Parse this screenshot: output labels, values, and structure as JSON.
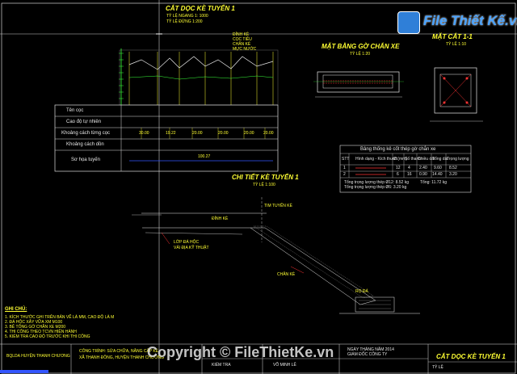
{
  "watermark": {
    "logo": "File Thiết Kế.vn",
    "copyright": "Copyright © FileThietKe.vn"
  },
  "profile": {
    "title": "CẮT DỌC KÈ TUYẾN 1",
    "scale": "TỶ LỆ NGANG 1: 1000",
    "scale2": "TỶ LỆ ĐỨNG 1:200",
    "notes": [
      "ĐỈNH KÈ",
      "CỌC TIÊU",
      "CHÂN KÈ",
      "MỰC NƯỚC"
    ],
    "rows": [
      "Tên cọc",
      "Cao độ tự nhiên",
      "Khoảng cách từng cọc",
      "Khoảng cách dồn",
      "Sơ họa tuyến"
    ],
    "spacing_values": [
      "30.00",
      "19.22",
      "20.00",
      "20.00",
      "20.00",
      "20.00"
    ],
    "route_value": "100.27"
  },
  "plan": {
    "title": "MẶT BẰNG GỜ CHẮN XE",
    "scale": "TỶ LỆ 1:20"
  },
  "section": {
    "title": "MẶT CẮT 1-1",
    "scale": "TỶ LỆ 1:10"
  },
  "steel_table": {
    "title": "Bảng thống kê cốt thép gờ chắn xe",
    "headers": [
      "STT",
      "Hình dạng - Kích thước",
      "Ø (mm)",
      "Số thanh",
      "Chiều dài",
      "Tổng dài",
      "Trọng lượng"
    ],
    "rows": [
      [
        "1",
        "",
        "12",
        "4",
        "2.40",
        "9.60",
        "8.52"
      ],
      [
        "2",
        "",
        "6",
        "16",
        "0.90",
        "14.40",
        "3.20"
      ]
    ],
    "totals": [
      "Tổng trọng lượng thép Ø12: 8.52 kg",
      "Tổng trọng lượng thép Ø6: 3.20 kg",
      "Tổng: 11.72 kg"
    ]
  },
  "detail": {
    "title": "CHI TIẾT KÈ TUYẾN 1",
    "scale": "TỶ LỆ 1:100",
    "labels": [
      "TIM TUYẾN KÈ",
      "ĐỈNH KÈ",
      "LỚP ĐÁ HỘC",
      "VẢI ĐỊA KỸ THUẬT",
      "CHÂN KÈ",
      "RỌ ĐÁ"
    ]
  },
  "notes": {
    "title": "GHI CHÚ:",
    "lines": [
      "1. KÍCH THƯỚC GHI TRÊN BẢN VẼ LÀ MM, CAO ĐỘ LÀ M",
      "2. ĐÁ HỘC XÂY VỮA XM M100",
      "3. BÊ TÔNG GỜ CHẮN XE M200",
      "4. THI CÔNG THEO TCVN HIỆN HÀNH",
      "5. KIỂM TRA CAO ĐỘ TRƯỚC KHI THI CÔNG"
    ]
  },
  "title_block": {
    "owner": "BQLDA HUYỆN THANH CHƯƠNG",
    "project_line1": "CÔNG TRÌNH: SỬA CHỮA, NÂNG CẤP KÈ",
    "project_line2": "XÃ THANH ĐỒNG, HUYỆN THANH CHƯƠNG",
    "check": "KIỂM TRA",
    "designer": "VÕ MINH LÊ",
    "director": "GIÁM ĐỐC CÔNG TY",
    "date": "NGÀY   THÁNG   NĂM 2014",
    "sheet_title": "CẮT DỌC KÈ TUYẾN 1",
    "scale": "TỶ LỆ"
  }
}
